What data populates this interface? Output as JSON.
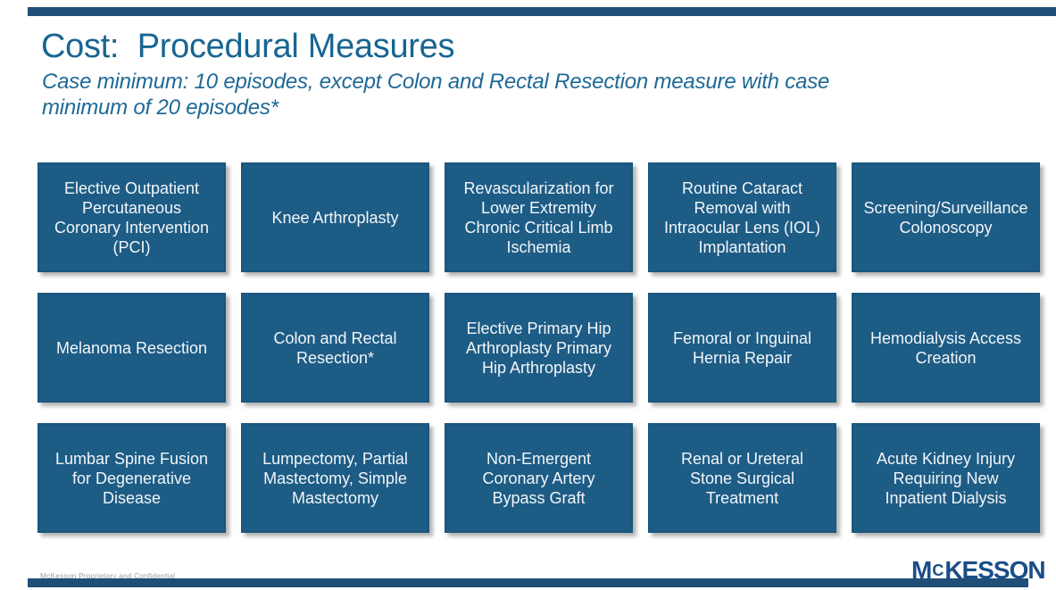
{
  "slide": {
    "title": "Cost:  Procedural Measures",
    "subtitle": {
      "line1": "Case minimum: 10 episodes, except Colon and Rectal Resection measure with case",
      "line2": "minimum of 20 episodes*"
    },
    "footer_note": "McKesson Proprietary and Confidential",
    "logo": {
      "prefix": "M",
      "small_c": "C",
      "suffix": "KESSON"
    }
  },
  "measures": {
    "items": [
      "Elective Outpatient Percutaneous Coronary Intervention (PCI)",
      "Knee Arthroplasty",
      "Revascularization for Lower Extremity Chronic Critical Limb Ischemia",
      "Routine Cataract Removal with Intraocular Lens (IOL) Implantation",
      "Screening/Surveillance Colonoscopy",
      "Melanoma Resection",
      "Colon and Rectal Resection*",
      "Elective Primary Hip Arthroplasty Primary Hip Arthroplasty",
      "Femoral or Inguinal Hernia Repair",
      "Hemodialysis Access Creation",
      "Lumbar Spine Fusion for Degenerative Disease",
      "Lumpectomy, Partial Mastectomy, Simple Mastectomy",
      "Non-Emergent Coronary Artery Bypass Graft",
      "Renal or Ureteral Stone Surgical Treatment",
      "Acute Kidney Injury Requiring New Inpatient Dialysis"
    ]
  },
  "colors": {
    "accent_bar": "#1f4e79",
    "title_text": "#176592",
    "subtitle_text": "#1e6996",
    "box_fill": "#1d5c85",
    "box_border": "#1a567d",
    "box_text": "#f2f6f9",
    "footer_text": "#9aa0a5",
    "logo_blue": "#1a4e87",
    "logo_orange": "#f58220"
  }
}
